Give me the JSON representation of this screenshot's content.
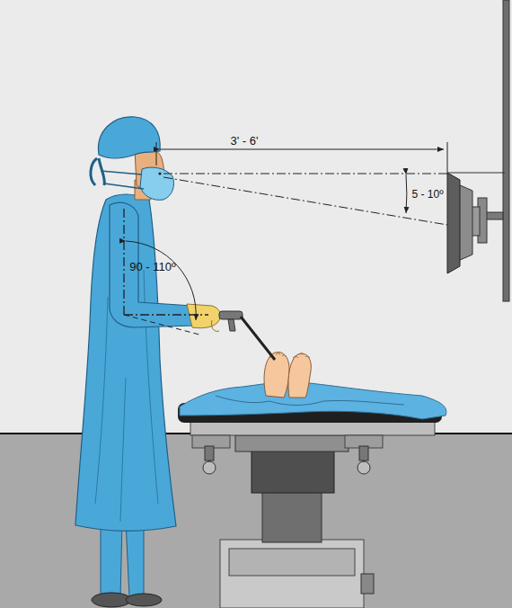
{
  "diagram": {
    "labels": [
      "3' - 6'",
      "5 - 10º",
      "90 - 110º"
    ]
  }
}
